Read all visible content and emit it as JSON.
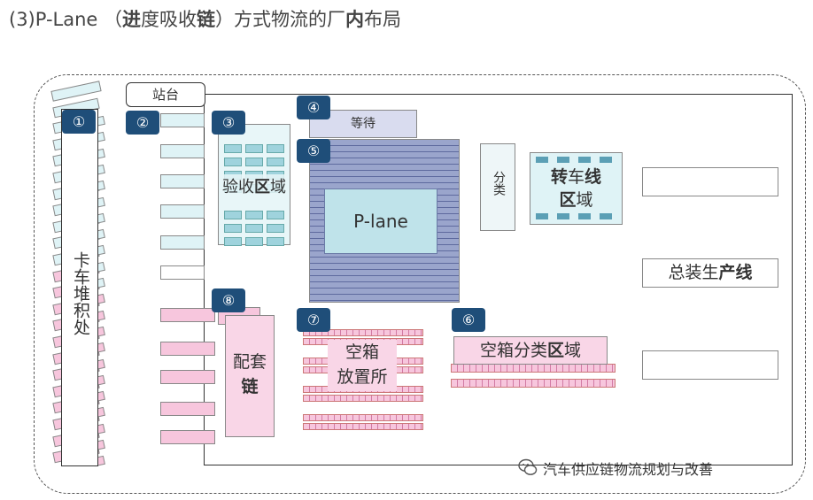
{
  "title": {
    "prefix": "(3)P-Lane （",
    "b1": "进",
    "t2": "度吸收",
    "b2": "链",
    "t3": "）方式物流的厂",
    "b3": "内",
    "t4": "布局"
  },
  "station": "站台",
  "truck_area": "卡车堆积处",
  "badges": [
    "①",
    "②",
    "③",
    "④",
    "⑤",
    "⑥",
    "⑦",
    "⑧"
  ],
  "waiting": "等待",
  "inspection": {
    "t1": "验收",
    "b": "区",
    "t2": "域"
  },
  "plane": "P-lane",
  "sorting": "分类",
  "transfer": {
    "line1_b": "转",
    "line1_t": "车",
    "line1_b2": "线",
    "line2_b": "区",
    "line2_t": "域"
  },
  "assembly": {
    "t": "总装生",
    "b": "产线"
  },
  "kitting": {
    "line1": "配套",
    "line2": "链"
  },
  "empty_storage": {
    "line1": "空箱",
    "line2": "放置所"
  },
  "empty_sort": {
    "t": "空箱分类",
    "b": "区",
    "t2": "域"
  },
  "watermark": "汽车供应链物流规划与改善",
  "colors": {
    "badge": "#1f4e79",
    "plane": "#9aa5cc",
    "cyan": "#dff3f6",
    "pink": "#f7c6dd"
  }
}
